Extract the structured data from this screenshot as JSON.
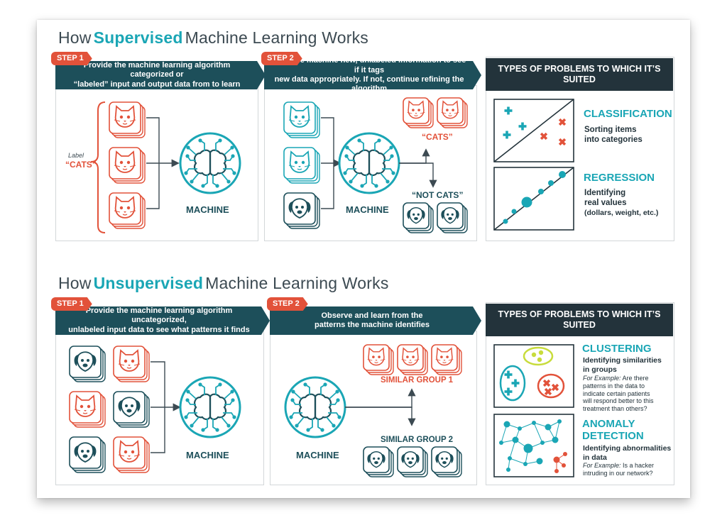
{
  "supervised": {
    "heading_pre": "How",
    "heading_accent": "Supervised",
    "heading_post": "Machine Learning Works",
    "step1": {
      "tag": "STEP 1",
      "text_line1": "Provide the machine learning algorithm categorized or",
      "text_line2": "“labeled” input and output data from to learn",
      "label_small": "Label",
      "label_cats": "“CATS”",
      "machine": "MACHINE"
    },
    "step2": {
      "tag": "STEP 2",
      "text_line1": "Feed the machine new, unlabeled information to see if it tags",
      "text_line2": "new data appropriately. If not, continue refining the algorithm",
      "machine": "MACHINE",
      "cats": "“CATS”",
      "not_cats": "“NOT CATS”"
    },
    "problems": {
      "title": "TYPES OF PROBLEMS TO WHICH IT’S SUITED",
      "classification_title": "CLASSIFICATION",
      "classification_line1": "Sorting items",
      "classification_line2": "into categories",
      "regression_title": "REGRESSION",
      "regression_line1": "Identifying",
      "regression_line2": "real values",
      "regression_line3": "(dollars, weight, etc.)"
    }
  },
  "unsupervised": {
    "heading_pre": "How",
    "heading_accent": "Unsupervised",
    "heading_post": "Machine Learning Works",
    "step1": {
      "tag": "STEP 1",
      "text_line1": "Provide the machine learning algorithm uncategorized,",
      "text_line2": "unlabeled input data to see what patterns it finds",
      "machine": "MACHINE"
    },
    "step2": {
      "tag": "STEP 2",
      "text_line1": "Observe and learn from the",
      "text_line2": "patterns the machine identifies",
      "machine": "MACHINE",
      "group1": "SIMILAR GROUP 1",
      "group2": "SIMILAR GROUP 2"
    },
    "problems": {
      "title": "TYPES OF PROBLEMS TO WHICH IT’S SUITED",
      "clustering_title": "CLUSTERING",
      "clustering_desc_line1": "Identifying similarities",
      "clustering_desc_line2": "in groups",
      "clustering_example_label": "For Example:",
      "clustering_example_line1": " Are there",
      "clustering_example_line2": "patterns in the data to",
      "clustering_example_line3": "indicate certain patients",
      "clustering_example_line4": "will respond better to this",
      "clustering_example_line5": "treatment than others?",
      "anomaly_title_line1": "ANOMALY",
      "anomaly_title_line2": "DETECTION",
      "anomaly_desc_line1": "Identifying abnormalities",
      "anomaly_desc_line2": "in data",
      "anomaly_example_label": "For Example:",
      "anomaly_example_line1": " Is a hacker",
      "anomaly_example_line2": "intruding in our network?"
    }
  },
  "colors": {
    "teal": "#1aa6b5",
    "dark_teal": "#1d4f5a",
    "orange": "#e2523a",
    "lime": "#c8dc3c",
    "navy": "#23333b"
  }
}
